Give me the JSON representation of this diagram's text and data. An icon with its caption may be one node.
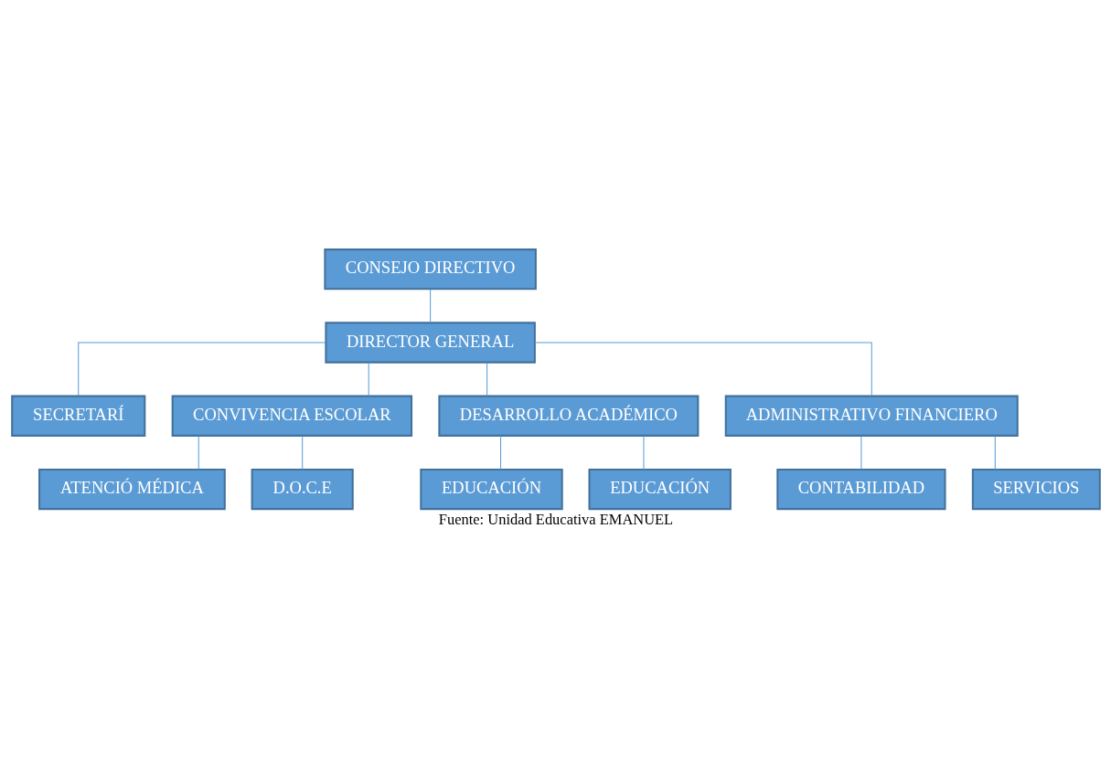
{
  "diagram": {
    "caption": "Fuente: Unidad Educativa EMANUEL",
    "nodes": [
      {
        "text": [
          "CONSEJO DIRECTIVO"
        ]
      },
      {
        "text": [
          "DIRECTOR GENERAL"
        ]
      },
      {
        "text": [
          "SECRETARÍ"
        ]
      },
      {
        "text": [
          "CONVIVENCIA ESCOLAR"
        ]
      },
      {
        "text": [
          "DESARROLLO ACADÉMICO"
        ]
      },
      {
        "text": [
          "ADMINISTRATIVO FINANCIERO"
        ]
      },
      {
        "text": [
          "ATENCIÓ MÉDICA"
        ]
      },
      {
        "text": [
          "EDUCACIÓN"
        ]
      },
      {
        "text": [
          "CONTABILIDAD"
        ]
      },
      {
        "text": [
          "D.O.C.E"
        ]
      },
      {
        "text": [
          "EDUCACIÓN"
        ]
      },
      {
        "text": [
          "SERVICIOS"
        ]
      }
    ],
    "edges": [
      {
        "from": 0,
        "to": 1,
        "arrow": "none"
      },
      {
        "from": 1,
        "to": 2,
        "arrow": "none"
      },
      {
        "from": 1,
        "to": 3,
        "arrow": "none"
      },
      {
        "from": 1,
        "to": 4,
        "arrow": "none"
      },
      {
        "from": 1,
        "to": 5,
        "arrow": "none"
      },
      {
        "from": 3,
        "to": 6,
        "arrow": "none"
      },
      {
        "from": 3,
        "to": 9,
        "arrow": "none"
      },
      {
        "from": 4,
        "to": 7,
        "arrow": "none"
      },
      {
        "from": 4,
        "to": 10,
        "arrow": "none"
      },
      {
        "from": 5,
        "to": 8,
        "arrow": "none"
      },
      {
        "from": 5,
        "to": 11,
        "arrow": "none"
      }
    ]
  }
}
